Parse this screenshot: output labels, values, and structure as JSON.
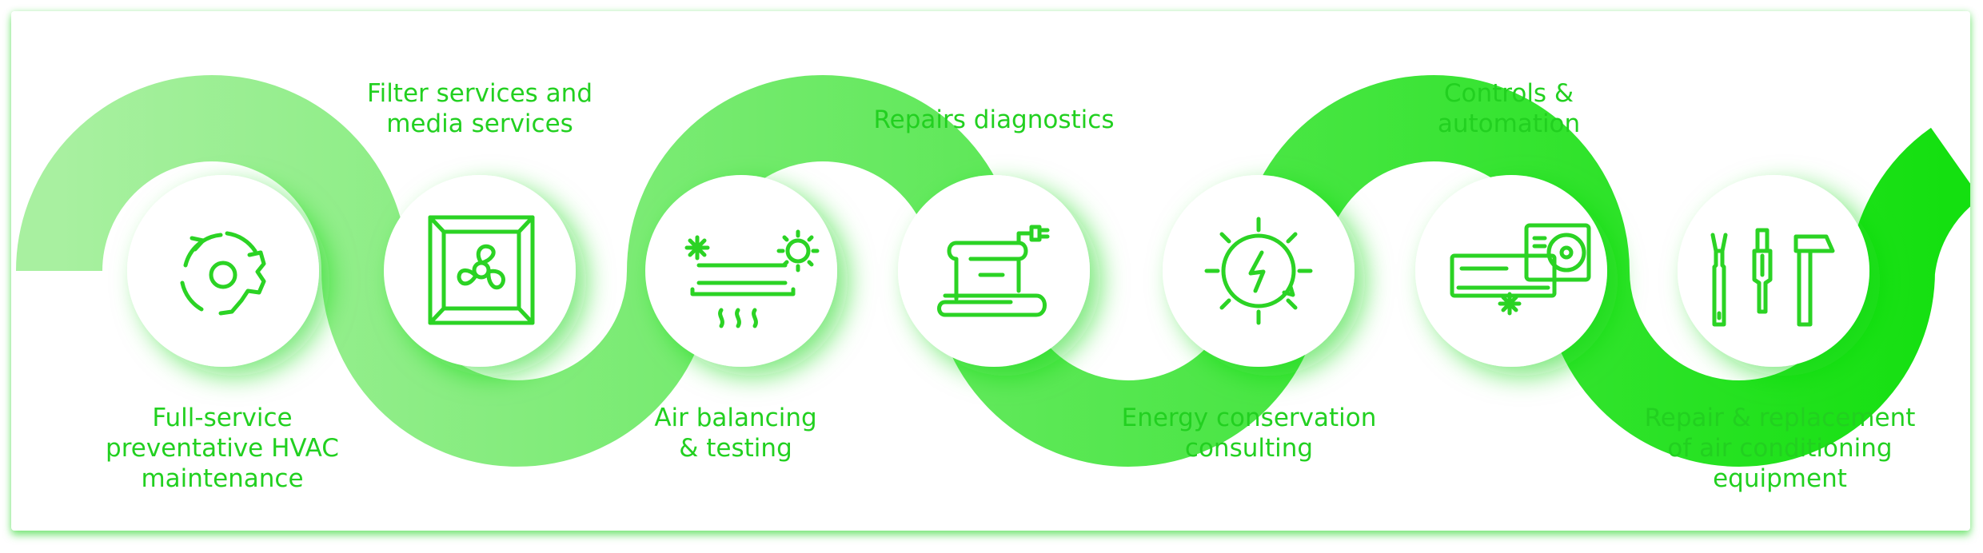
{
  "steps": [
    {
      "label": "Full-service\npreventative HVAC\nmaintenance",
      "icon": "gear-cycle-icon"
    },
    {
      "label": "Filter services and\nmedia services",
      "icon": "fan-filter-icon"
    },
    {
      "label": "Air balancing\n& testing",
      "icon": "air-conditioner-icon"
    },
    {
      "label": "Repairs diagnostics",
      "icon": "blueprint-scroll-icon"
    },
    {
      "label": "Energy conservation\nconsulting",
      "icon": "energy-sun-icon"
    },
    {
      "label": "Controls &\nautomation",
      "icon": "ac-units-icon"
    },
    {
      "label": "Repair & replacement\nof air conditioning\nequipment",
      "icon": "tools-icon"
    }
  ],
  "colors": {
    "ribbon_start": "#a8f0a0",
    "ribbon_end": "#14e010",
    "icon_stroke": "#2bd324",
    "text": "#22d020"
  }
}
